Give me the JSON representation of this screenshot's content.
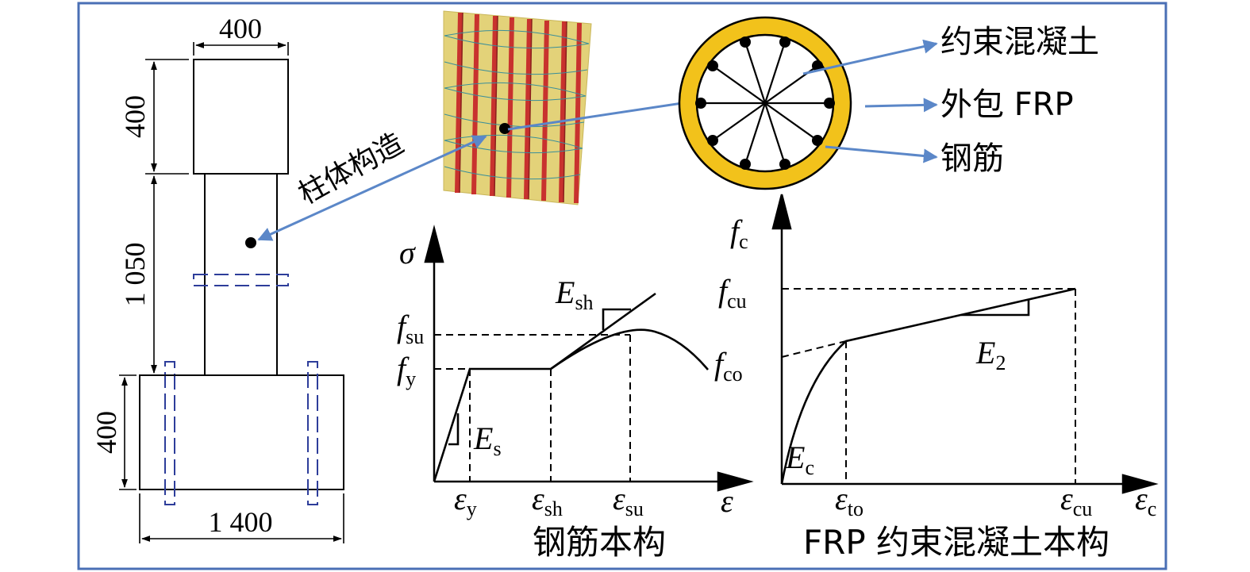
{
  "column": {
    "dims": {
      "top_width": "400",
      "top_height": "400",
      "shaft_height": "1 050",
      "base_height": "400",
      "base_width": "1 400"
    },
    "callout": "柱体构造"
  },
  "section": {
    "labels": {
      "confined": "约束混凝土",
      "frp": "外包 FRP",
      "steel": "钢筋"
    }
  },
  "steel_curve": {
    "title": "钢筋本构",
    "y_axis": "σ",
    "x_axis": "ε",
    "f_su": {
      "main": "f",
      "sub": "su"
    },
    "f_y": {
      "main": "f",
      "sub": "y"
    },
    "E_sh": {
      "main": "E",
      "sub": "sh"
    },
    "E_s": {
      "main": "E",
      "sub": "s"
    },
    "eps_y": {
      "main": "ε",
      "sub": "y"
    },
    "eps_sh": {
      "main": "ε",
      "sub": "sh"
    },
    "eps_su": {
      "main": "ε",
      "sub": "su"
    }
  },
  "concrete_curve": {
    "title": "FRP 约束混凝土本构",
    "f_c": {
      "main": "f",
      "sub": "c"
    },
    "f_cu": {
      "main": "f",
      "sub": "cu"
    },
    "f_co": {
      "main": "f",
      "sub": "co"
    },
    "E_2": {
      "main": "E",
      "sub": "2"
    },
    "E_c": {
      "main": "E",
      "sub": "c"
    },
    "eps_to": {
      "main": "ε",
      "sub": "to"
    },
    "eps_cu": {
      "main": "ε",
      "sub": "cu"
    },
    "eps_c": {
      "main": "ε",
      "sub": "c"
    }
  },
  "colors": {
    "frame": "#4a6fb5",
    "arrow": "#5b87c8",
    "frp_yellow": "#f2c21b",
    "rebar_red": "#c8322e",
    "concrete_tan": "#e3d279",
    "dashed_blue": "#2d3d9a",
    "ink": "#000000"
  }
}
